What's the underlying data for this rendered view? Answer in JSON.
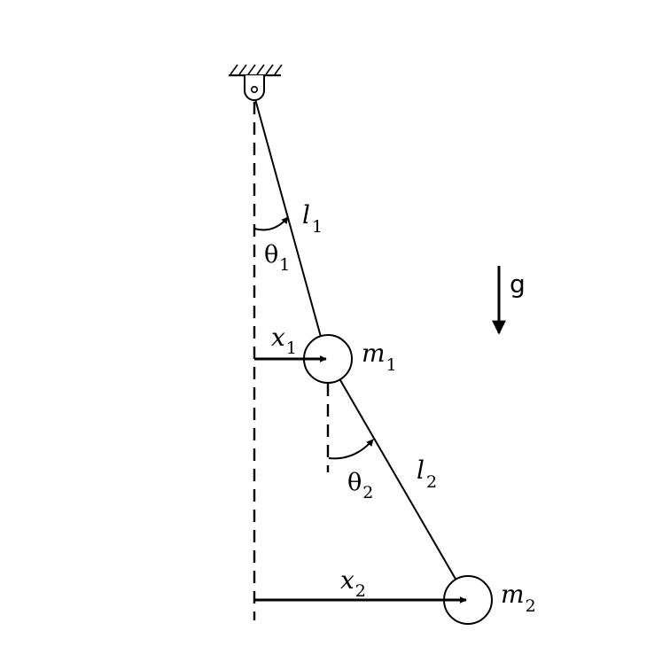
{
  "labels": {
    "l1": {
      "main": "l",
      "sub": "1"
    },
    "l2": {
      "main": "l",
      "sub": "2"
    },
    "theta1": {
      "main": "θ",
      "sub": "1"
    },
    "theta2": {
      "main": "θ",
      "sub": "2"
    },
    "x1": {
      "main": "x",
      "sub": "1"
    },
    "x2": {
      "main": "x",
      "sub": "2"
    },
    "m1": {
      "main": "m",
      "sub": "1"
    },
    "m2": {
      "main": "m",
      "sub": "2"
    },
    "g": "g"
  },
  "colors": {
    "stroke": "#000000",
    "background": "#ffffff"
  }
}
